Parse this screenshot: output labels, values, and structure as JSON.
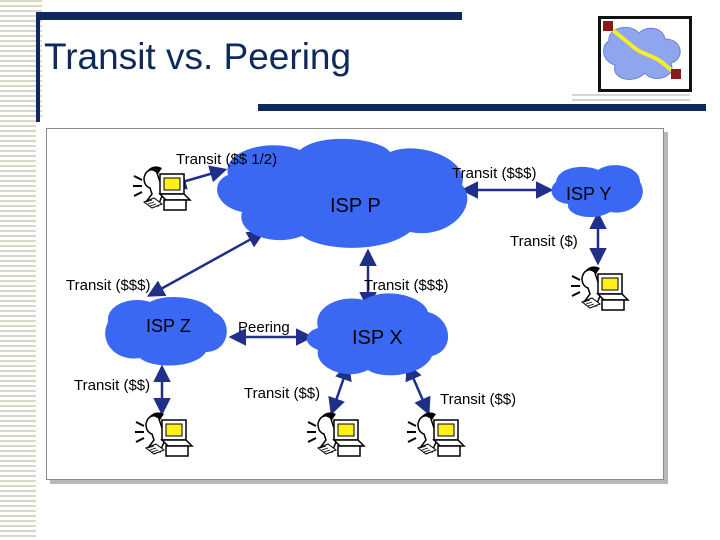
{
  "slide": {
    "title": "Transit vs. Peering"
  },
  "isps": {
    "p": "ISP P",
    "y": "ISP Y",
    "z": "ISP Z",
    "x": "ISP X"
  },
  "links": {
    "user1_p": "Transit ($$ 1/2)",
    "p_y": "Transit ($$$)",
    "y_user6": "Transit ($)",
    "p_z": "Transit ($$$)",
    "p_x": "Transit ($$$)",
    "z_x": "Peering",
    "z_user2": "Transit ($$)",
    "x_user3": "Transit ($$)",
    "x_user4": "Transit ($$)"
  },
  "icons": {
    "user": "computer-user-icon",
    "logo": "network-map-logo"
  },
  "colors": {
    "cloud": "#3a68f2",
    "link": "#1f2f8a",
    "title": "#0e2a5c"
  }
}
